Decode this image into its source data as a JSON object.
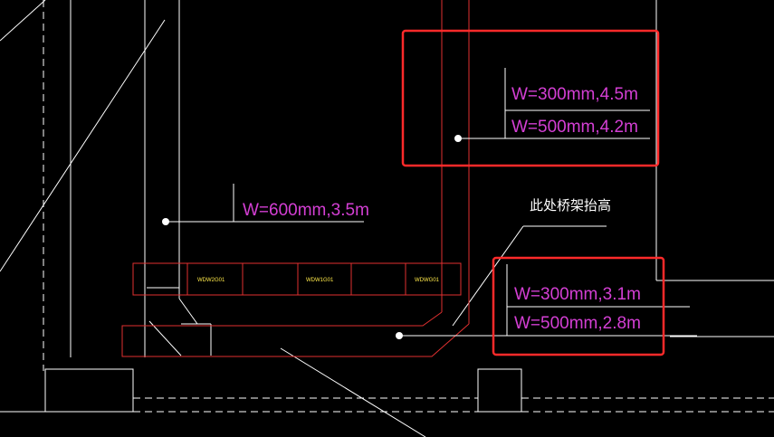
{
  "drawing": {
    "annotations": [
      {
        "id": "top_right_1",
        "text": "W=300mm,4.5m"
      },
      {
        "id": "top_right_2",
        "text": "W=500mm,4.2m"
      },
      {
        "id": "left_1",
        "text": "W=600mm,3.5m"
      },
      {
        "id": "bottom_right_1",
        "text": "W=300mm,3.1m"
      },
      {
        "id": "bottom_right_2",
        "text": "W=500mm,2.8m"
      }
    ],
    "note": "此处桥架抬高",
    "tray_tags": [
      "WDW2G01",
      "WDW1G01",
      "WDWG01"
    ]
  },
  "colors": {
    "background": "#000000",
    "line_white": "#ffffff",
    "tray_red": "#e03030",
    "highlight_red": "#ff2a2a",
    "text_magenta": "#d43fd4",
    "tag_yellow": "#ffe94a"
  }
}
